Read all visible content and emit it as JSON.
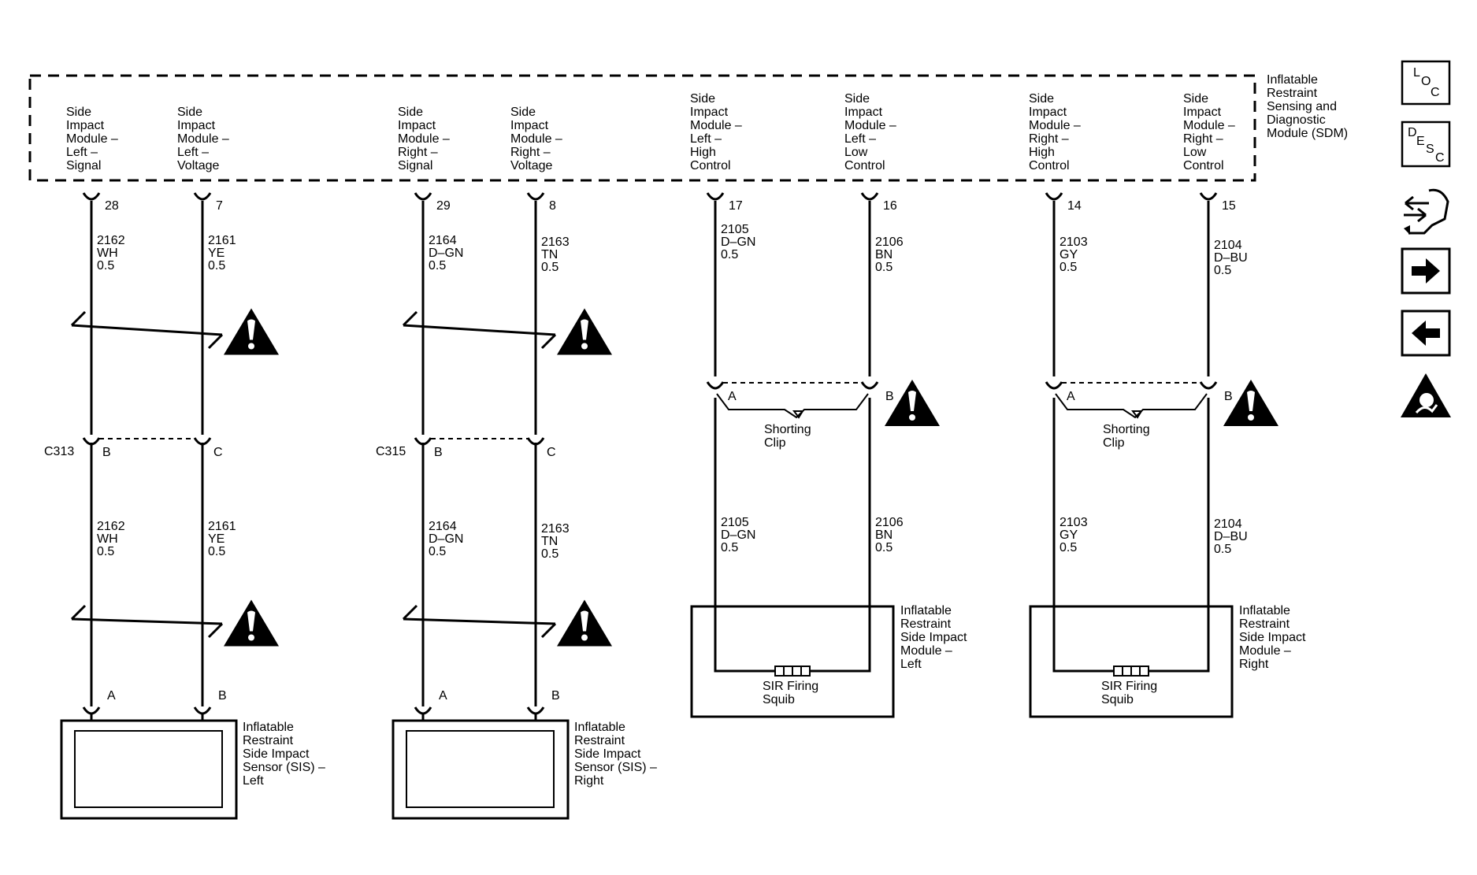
{
  "sdm": {
    "title": [
      "Inflatable",
      "Restraint",
      "Sensing and",
      "Diagnostic",
      "Module (SDM)"
    ],
    "terminals": [
      {
        "label": [
          "Side",
          "Impact",
          "Module –",
          "Left –",
          "Signal"
        ],
        "pin": "28"
      },
      {
        "label": [
          "Side",
          "Impact",
          "Module –",
          "Left –",
          "Voltage"
        ],
        "pin": "7"
      },
      {
        "label": [
          "Side",
          "Impact",
          "Module –",
          "Right –",
          "Signal"
        ],
        "pin": "29"
      },
      {
        "label": [
          "Side",
          "Impact",
          "Module –",
          "Right –",
          "Voltage"
        ],
        "pin": "8"
      },
      {
        "label": [
          "Side",
          "Impact",
          "Module –",
          "Left –",
          "High",
          "Control"
        ],
        "pin": "17"
      },
      {
        "label": [
          "Side",
          "Impact",
          "Module –",
          "Left –",
          "Low",
          "Control"
        ],
        "pin": "16"
      },
      {
        "label": [
          "Side",
          "Impact",
          "Module –",
          "Right –",
          "High",
          "Control"
        ],
        "pin": "14"
      },
      {
        "label": [
          "Side",
          "Impact",
          "Module –",
          "Right –",
          "Low",
          "Control"
        ],
        "pin": "15"
      }
    ]
  },
  "wires_upper": [
    [
      "2162",
      "WH",
      "0.5"
    ],
    [
      "2161",
      "YE",
      "0.5"
    ],
    [
      "2164",
      "D–GN",
      "0.5"
    ],
    [
      "2163",
      "TN",
      "0.5"
    ],
    [
      "2105",
      "D–GN",
      "0.5"
    ],
    [
      "2106",
      "BN",
      "0.5"
    ],
    [
      "2103",
      "GY",
      "0.5"
    ],
    [
      "2104",
      "D–BU",
      "0.5"
    ]
  ],
  "wires_lower": [
    [
      "2162",
      "WH",
      "0.5"
    ],
    [
      "2161",
      "YE",
      "0.5"
    ],
    [
      "2164",
      "D–GN",
      "0.5"
    ],
    [
      "2163",
      "TN",
      "0.5"
    ],
    [
      "2105",
      "D–GN",
      "0.5"
    ],
    [
      "2106",
      "BN",
      "0.5"
    ],
    [
      "2103",
      "GY",
      "0.5"
    ],
    [
      "2104",
      "D–BU",
      "0.5"
    ]
  ],
  "connectors": [
    {
      "name": "C313",
      "pin_a": "B",
      "pin_b": "C"
    },
    {
      "name": "C315",
      "pin_a": "B",
      "pin_b": "C"
    }
  ],
  "shorting_connectors": [
    {
      "pin_a": "A",
      "pin_b": "B",
      "clip_label": [
        "Shorting",
        "Clip"
      ]
    },
    {
      "pin_a": "A",
      "pin_b": "B",
      "clip_label": [
        "Shorting",
        "Clip"
      ]
    }
  ],
  "sensors": [
    {
      "pin_a": "A",
      "pin_b": "B",
      "label": [
        "Inflatable",
        "Restraint",
        "Side Impact",
        "Sensor (SIS) –",
        "Left"
      ]
    },
    {
      "pin_a": "A",
      "pin_b": "B",
      "label": [
        "Inflatable",
        "Restraint",
        "Side Impact",
        "Sensor (SIS) –",
        "Right"
      ]
    }
  ],
  "modules": [
    {
      "squib": [
        "SIR Firing",
        "Squib"
      ],
      "label": [
        "Inflatable",
        "Restraint",
        "Side Impact",
        "Module –",
        "Left"
      ]
    },
    {
      "squib": [
        "SIR Firing",
        "Squib"
      ],
      "label": [
        "Inflatable",
        "Restraint",
        "Side Impact",
        "Module –",
        "Right"
      ]
    }
  ],
  "side_buttons": [
    {
      "icon": "loc-icon",
      "letters": [
        "L",
        "O",
        "C"
      ]
    },
    {
      "icon": "desc-icon",
      "letters": [
        "D",
        "E",
        "S",
        "C"
      ]
    },
    {
      "icon": "connector-tools-icon"
    },
    {
      "icon": "arrow-right-icon"
    },
    {
      "icon": "arrow-left-icon"
    },
    {
      "icon": "airbag-warning-icon"
    }
  ]
}
